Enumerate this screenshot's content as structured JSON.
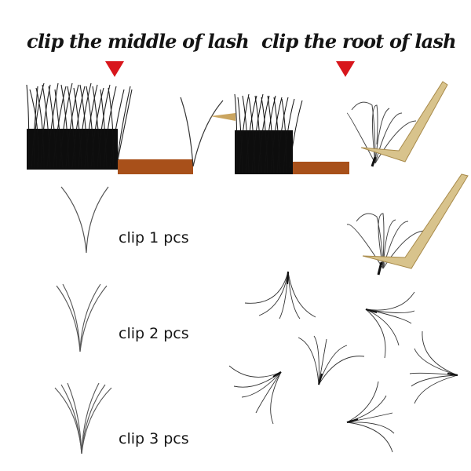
{
  "headings": {
    "middle": "clip the middle of lash",
    "root": "clip the root of lash"
  },
  "indicators": {
    "color": "#d8161c",
    "middle": "arrow-down",
    "root": "arrow-down"
  },
  "clip_options": [
    {
      "label": "clip 1 pcs",
      "strands": 1
    },
    {
      "label": "clip 2 pcs",
      "strands": 2
    },
    {
      "label": "clip 3 pcs",
      "strands": 3
    }
  ],
  "colors": {
    "lash": "#111111",
    "tray_band": "#a8501a",
    "tweezer_gold": "#d8c38c",
    "tweezer_edge": "#a88a4a"
  },
  "fans": {
    "count": 6
  }
}
